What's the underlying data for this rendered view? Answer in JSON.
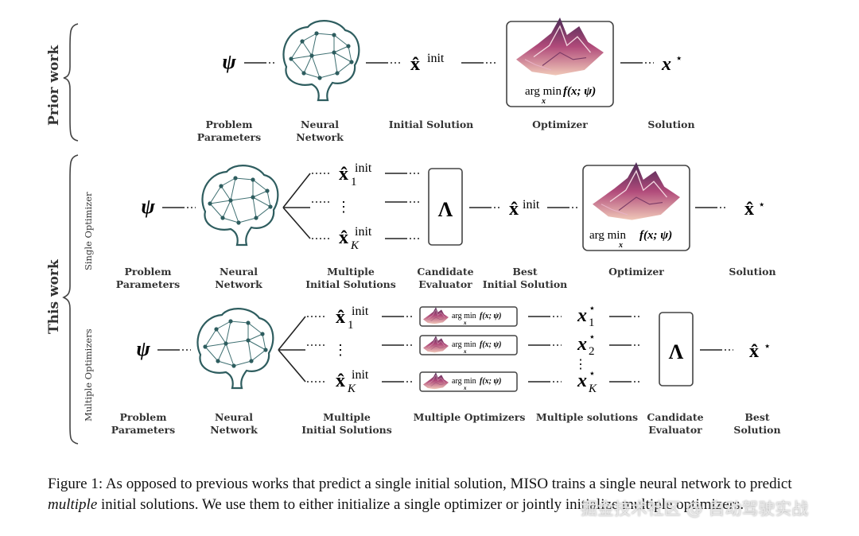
{
  "sections": {
    "prior": "Prior work",
    "this": "This work",
    "single": "Single Optimizer",
    "multiple": "Multiple Optimizers"
  },
  "math": {
    "psi": "ψ",
    "x_init": "x̂",
    "init_sup": "init",
    "x_star": "x",
    "star": "⋆",
    "lambda": "Λ",
    "argmin": "arg min",
    "argmin_sub": "x",
    "objective": "f(x; ψ)",
    "vdots": "⋮",
    "idx_1": "1",
    "idx_2": "2",
    "idx_k": "K"
  },
  "labels": {
    "prior": [
      "Problem\nParameters",
      "Neural\nNetwork",
      "Initial Solution",
      "Optimizer",
      "Solution"
    ],
    "single": [
      "Problem\nParameters",
      "Neural\nNetwork",
      "Multiple\nInitial Solutions",
      "Candidate\nEvaluator",
      "Best\nInitial Solution",
      "Optimizer",
      "Solution"
    ],
    "multiple": [
      "Problem\nParameters",
      "Neural\nNetwork",
      "Multiple\nInitial Solutions",
      "Multiple Optimizers",
      "Multiple solutions",
      "Candidate\nEvaluator",
      "Best\nSolution"
    ]
  },
  "caption": {
    "prefix": "Figure 1:  As opposed to previous works that predict a single initial solution, MISO trains a single neural network to predict ",
    "emph": "multiple",
    "suffix": " initial solutions. We use them to either initialize a single optimizer or jointly initialize multiple optimizers."
  },
  "watermark": "掘金技术社区 @ 自动驾驶实战"
}
